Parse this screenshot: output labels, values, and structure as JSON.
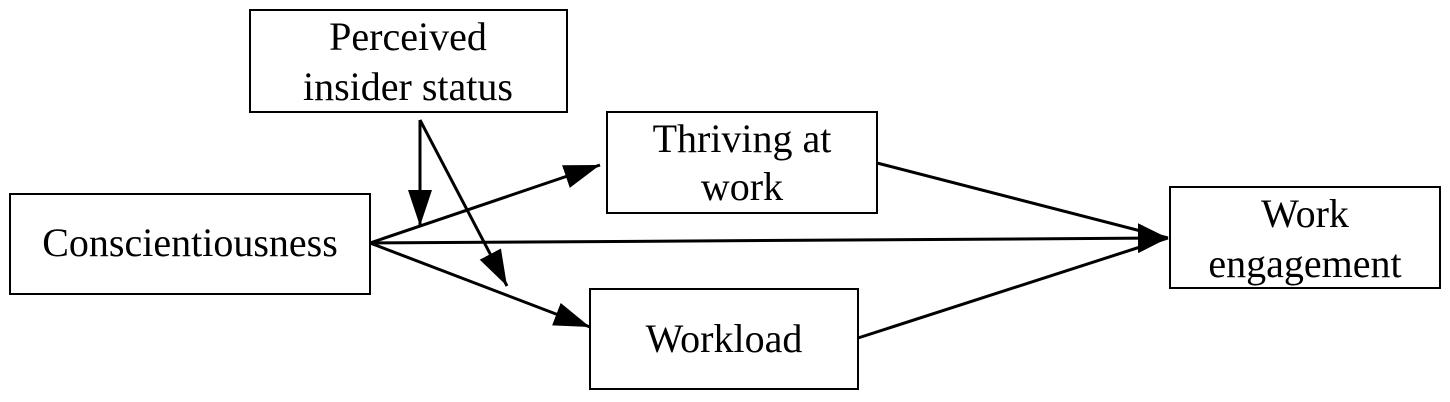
{
  "diagram": {
    "nodes": {
      "perceived_insider_status": {
        "lines": [
          "Perceived",
          "insider status"
        ]
      },
      "thriving_at_work": {
        "lines": [
          "Thriving at",
          "work"
        ]
      },
      "conscientiousness": {
        "lines": [
          "Conscientiousness"
        ]
      },
      "workload": {
        "lines": [
          "Workload"
        ]
      },
      "work_engagement": {
        "lines": [
          "Work",
          "engagement"
        ]
      }
    },
    "edges": [
      {
        "from": "conscientiousness",
        "to": "thriving_at_work"
      },
      {
        "from": "conscientiousness",
        "to": "workload"
      },
      {
        "from": "conscientiousness",
        "to": "work_engagement"
      },
      {
        "from": "thriving_at_work",
        "to": "work_engagement"
      },
      {
        "from": "workload",
        "to": "work_engagement"
      },
      {
        "from": "perceived_insider_status",
        "to": "conscientiousness_thriving_path"
      },
      {
        "from": "perceived_insider_status",
        "to": "conscientiousness_workload_path"
      }
    ],
    "colors": {
      "stroke": "#000000",
      "background": "#ffffff"
    }
  }
}
